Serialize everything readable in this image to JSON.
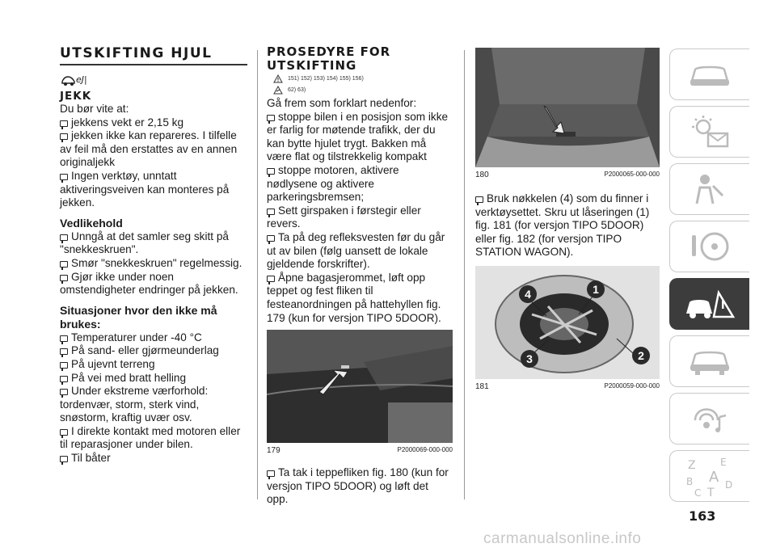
{
  "col1": {
    "title": "UTSKIFTING HJUL",
    "icon_label": "ejekk-icon",
    "section_jekk": "JEKK",
    "intro": "Du bør vite at:",
    "jekk_items": [
      "jekkens vekt er 2,15 kg",
      "jekken ikke kan repareres. I tilfelle av feil må den erstattes av en annen originaljekk",
      "Ingen verktøy, unntatt aktiveringsveiven kan monteres på jekken."
    ],
    "section_vedlikehold": "Vedlikehold",
    "vedlikehold_items": [
      "Unngå at det samler seg skitt på \"snekkeskruen\".",
      "Smør \"snekkeskruen\" regelmessig.",
      "Gjør ikke under noen omstendigheter endringer på jekken."
    ],
    "section_situasjoner": "Situasjoner hvor den ikke må brukes:",
    "situasjoner_items": [
      "Temperaturer under -40 °C",
      "På sand- eller gjørmeunderlag",
      "På ujevnt terreng",
      "På vei med bratt helling",
      "Under ekstreme værforhold: tordenvær, storm, sterk vind, snøstorm, kraftig uvær osv.",
      "I direkte kontakt med motoren eller til reparasjoner under bilen.",
      "Til båter"
    ]
  },
  "col2": {
    "title_line1": "PROSEDYRE FOR",
    "title_line2": "UTSKIFTING",
    "warn_refs": "151) 152) 153) 154) 155) 156)",
    "note_refs": "62) 63)",
    "intro": "Gå frem som forklart nedenfor:",
    "items": [
      "stoppe bilen i en posisjon som ikke er farlig for møtende trafikk, der du kan bytte hjulet trygt. Bakken må være flat og tilstrekkelig kompakt",
      "stoppe motoren, aktivere nødlysene og aktivere parkeringsbremsen;",
      "Sett girspaken i førstegir eller revers.",
      "Ta på deg refleksvesten før du går ut av bilen (følg uansett de lokale gjeldende forskrifter).",
      "Åpne bagasjerommet, løft opp teppet og fest fliken til festeanordningen på hattehyllen fig. 179 (kun for versjon TIPO 5DOOR)."
    ],
    "fig179_num": "179",
    "fig179_code": "P2000069-000-000",
    "after_item": "Ta tak i teppefliken fig. 180 (kun for versjon TIPO 5DOOR) og løft det opp."
  },
  "col3": {
    "fig180_num": "180",
    "fig180_code": "P2000065-000-000",
    "item": "Bruk nøkkelen (4) som du finner i verktøysettet. Skru ut låseringen (1) fig. 181 (for versjon TIPO 5DOOR) eller fig. 182 (for versjon TIPO STATION WAGON).",
    "fig181_num": "181",
    "fig181_code": "P2000059-000-000",
    "callouts": [
      "4",
      "1",
      "3",
      "2"
    ]
  },
  "sidebar": {
    "tabs": [
      "car-dashboard-icon",
      "warning-lights-icon",
      "safety-airbag-icon",
      "steering-key-icon",
      "emergency-icon",
      "maintenance-car-icon",
      "multimedia-icon",
      "index-letters-icon"
    ],
    "active_index": 4,
    "index_letters": [
      "Z",
      "E",
      "B",
      "A",
      "C",
      "T",
      "D"
    ]
  },
  "page_number": "163",
  "watermark": "carmanualsonline.info"
}
